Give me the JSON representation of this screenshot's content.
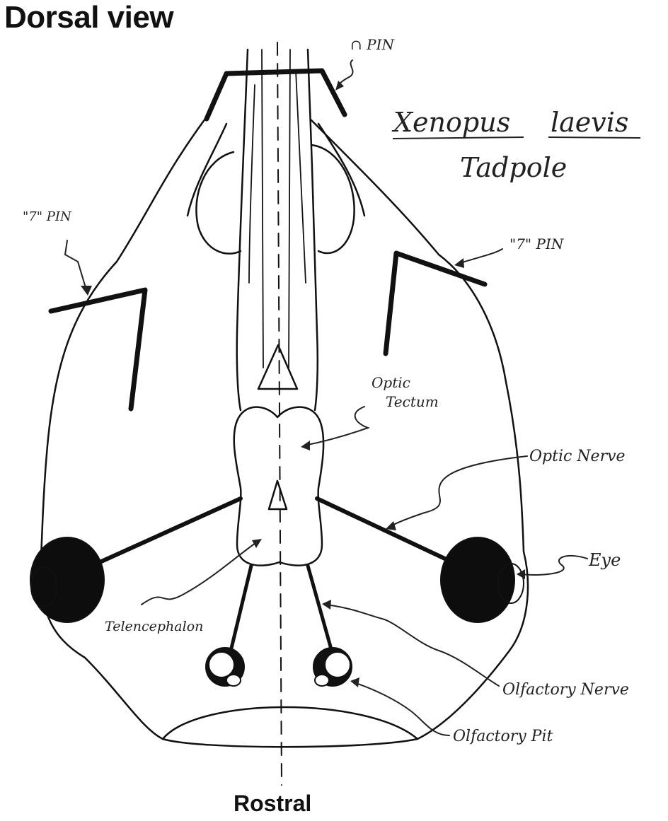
{
  "title": "Dorsal view",
  "species": {
    "genus": "Xenopus",
    "epithet": "laevis",
    "stage": "Tadpole"
  },
  "orientation_label": "Rostral",
  "labels": {
    "pin_top": "∩ PIN",
    "pin_left": "\"7\" PIN",
    "pin_right": "\"7\" PIN",
    "optic_tectum_1": "Optic",
    "optic_tectum_2": "Tectum",
    "optic_nerve": "Optic Nerve",
    "eye": "Eye",
    "telencephalon": "Telencephalon",
    "olfactory_nerve": "Olfactory Nerve",
    "olfactory_pit": "Olfactory Pit"
  },
  "colors": {
    "ink": "#111111",
    "paper": "#ffffff",
    "fill_dark": "#0d0d0d"
  }
}
